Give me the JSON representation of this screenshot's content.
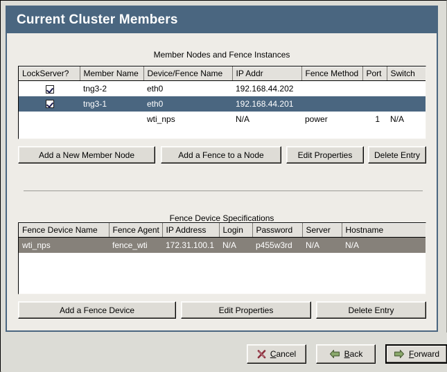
{
  "window": {
    "title": "Current Cluster Members",
    "titlebar_color": "#4a6680",
    "panel_bg": "#eeece7",
    "footer_bg": "#dcdcd6"
  },
  "members_section": {
    "caption": "Member Nodes and Fence Instances",
    "columns": [
      "LockServer?",
      "Member Name",
      "Device/Fence Name",
      "IP Addr",
      "Fence Method",
      "Port",
      "Switch"
    ],
    "rows": [
      {
        "selected": false,
        "lockserver_checked": true,
        "member_name": "tng3-2",
        "device_fence_name": "eth0",
        "ip_addr": "192.168.44.202",
        "fence_method": "",
        "port": "",
        "switch": ""
      },
      {
        "selected": true,
        "lockserver_checked": true,
        "member_name": "tng3-1",
        "device_fence_name": "eth0",
        "ip_addr": "192.168.44.201",
        "fence_method": "",
        "port": "",
        "switch": ""
      },
      {
        "selected": false,
        "lockserver_checked": false,
        "member_name": "",
        "device_fence_name": "wti_nps",
        "ip_addr": "N/A",
        "fence_method": "power",
        "port": "1",
        "switch": "N/A"
      }
    ],
    "buttons": {
      "add_member": "Add a New Member Node",
      "add_fence": "Add a Fence to a Node",
      "edit_properties": "Edit Properties",
      "delete_entry": "Delete Entry"
    },
    "selection_color": "#4a6680"
  },
  "fence_section": {
    "caption": "Fence Device Specifications",
    "columns": [
      "Fence Device Name",
      "Fence Agent",
      "IP Address",
      "Login",
      "Password",
      "Server",
      "Hostname"
    ],
    "rows": [
      {
        "selected": true,
        "fence_device_name": "wti_nps",
        "fence_agent": "fence_wti",
        "ip_address": "172.31.100.1",
        "login": "N/A",
        "password": "p455w3rd",
        "server": "N/A",
        "hostname": "N/A"
      }
    ],
    "buttons": {
      "add_device": "Add a Fence Device",
      "edit_properties": "Edit Properties",
      "delete_entry": "Delete Entry"
    },
    "selection_color": "#86817a"
  },
  "footer": {
    "cancel": {
      "label_pre": "",
      "mnemonic": "C",
      "label_post": "ancel",
      "icon": "cancel-x-icon",
      "icon_color": "#8c2f3c"
    },
    "back": {
      "label_pre": "",
      "mnemonic": "B",
      "label_post": "ack",
      "icon": "arrow-left-icon",
      "icon_color": "#7d9a62"
    },
    "forward": {
      "label_pre": "",
      "mnemonic": "F",
      "label_post": "orward",
      "icon": "arrow-right-icon",
      "icon_color": "#7d9a62",
      "focused": true
    }
  }
}
